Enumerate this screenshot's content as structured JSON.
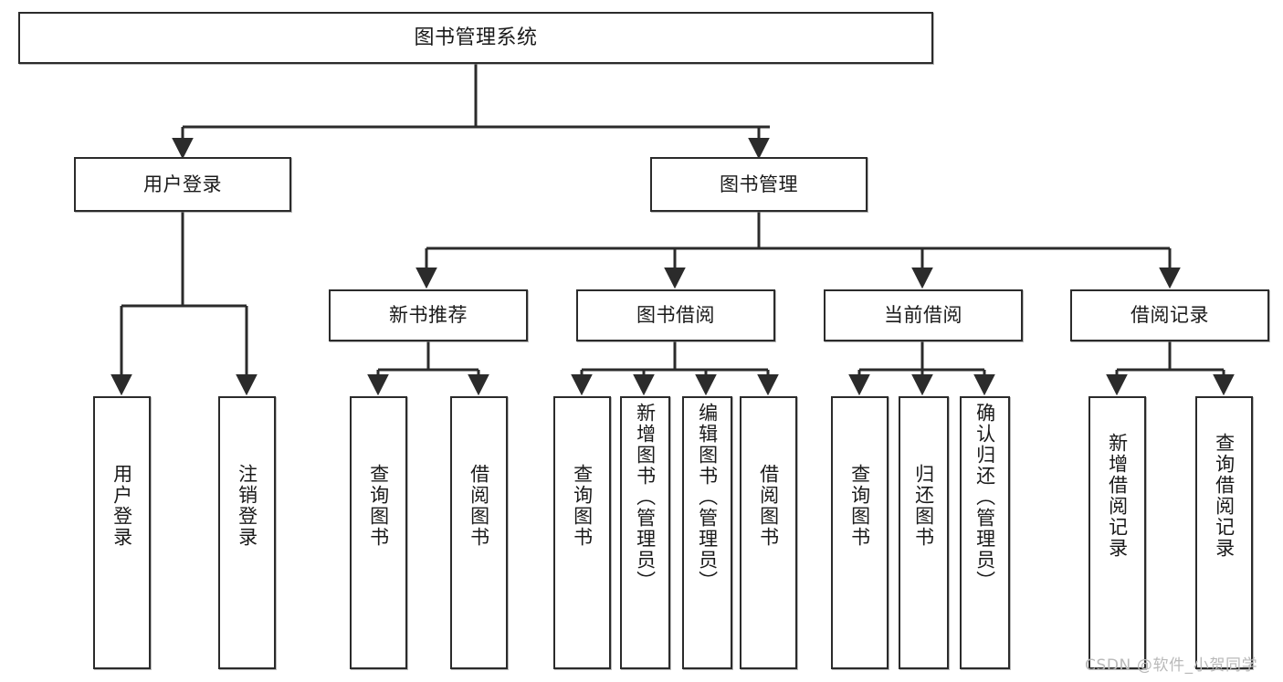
{
  "diagram": {
    "title": "图书管理系统",
    "type": "tree-hierarchy-chart",
    "watermark": "CSDN @软件_小贺同学",
    "colors": {
      "stroke": "#2b2b2b",
      "fill": "#ffffff",
      "text": "#1a1a1a",
      "watermark": "#b9b9b9"
    }
  },
  "nodes": {
    "root": {
      "label": "图书管理系统"
    },
    "level1": [
      {
        "id": "user-login",
        "label": "用户登录"
      },
      {
        "id": "book-manage",
        "label": "图书管理"
      }
    ],
    "level2": [
      {
        "id": "new-book-recommend",
        "label": "新书推荐"
      },
      {
        "id": "book-borrow",
        "label": "图书借阅"
      },
      {
        "id": "current-borrow",
        "label": "当前借阅"
      },
      {
        "id": "borrow-record",
        "label": "借阅记录"
      }
    ],
    "leaves": {
      "user-login": [
        {
          "id": "leaf-user-login",
          "label": "用户登录"
        },
        {
          "id": "leaf-user-logout",
          "label": "注销登录"
        }
      ],
      "new-book-recommend": [
        {
          "id": "leaf-query-book-1",
          "label": "查询图书"
        },
        {
          "id": "leaf-borrow-book-1",
          "label": "借阅图书"
        }
      ],
      "book-borrow": [
        {
          "id": "leaf-query-book-2",
          "label": "查询图书"
        },
        {
          "id": "leaf-add-book-admin",
          "label": "新增图书（管理员）"
        },
        {
          "id": "leaf-edit-book-admin",
          "label": "编辑图书（管理员）"
        },
        {
          "id": "leaf-borrow-book-2",
          "label": "借阅图书"
        }
      ],
      "current-borrow": [
        {
          "id": "leaf-query-book-3",
          "label": "查询图书"
        },
        {
          "id": "leaf-return-book",
          "label": "归还图书"
        },
        {
          "id": "leaf-confirm-return-admin",
          "label": "确认归还（管理员）"
        }
      ],
      "borrow-record": [
        {
          "id": "leaf-add-borrow-record",
          "label": "新增借阅记录"
        },
        {
          "id": "leaf-query-borrow-record",
          "label": "查询借阅记录"
        }
      ]
    }
  }
}
